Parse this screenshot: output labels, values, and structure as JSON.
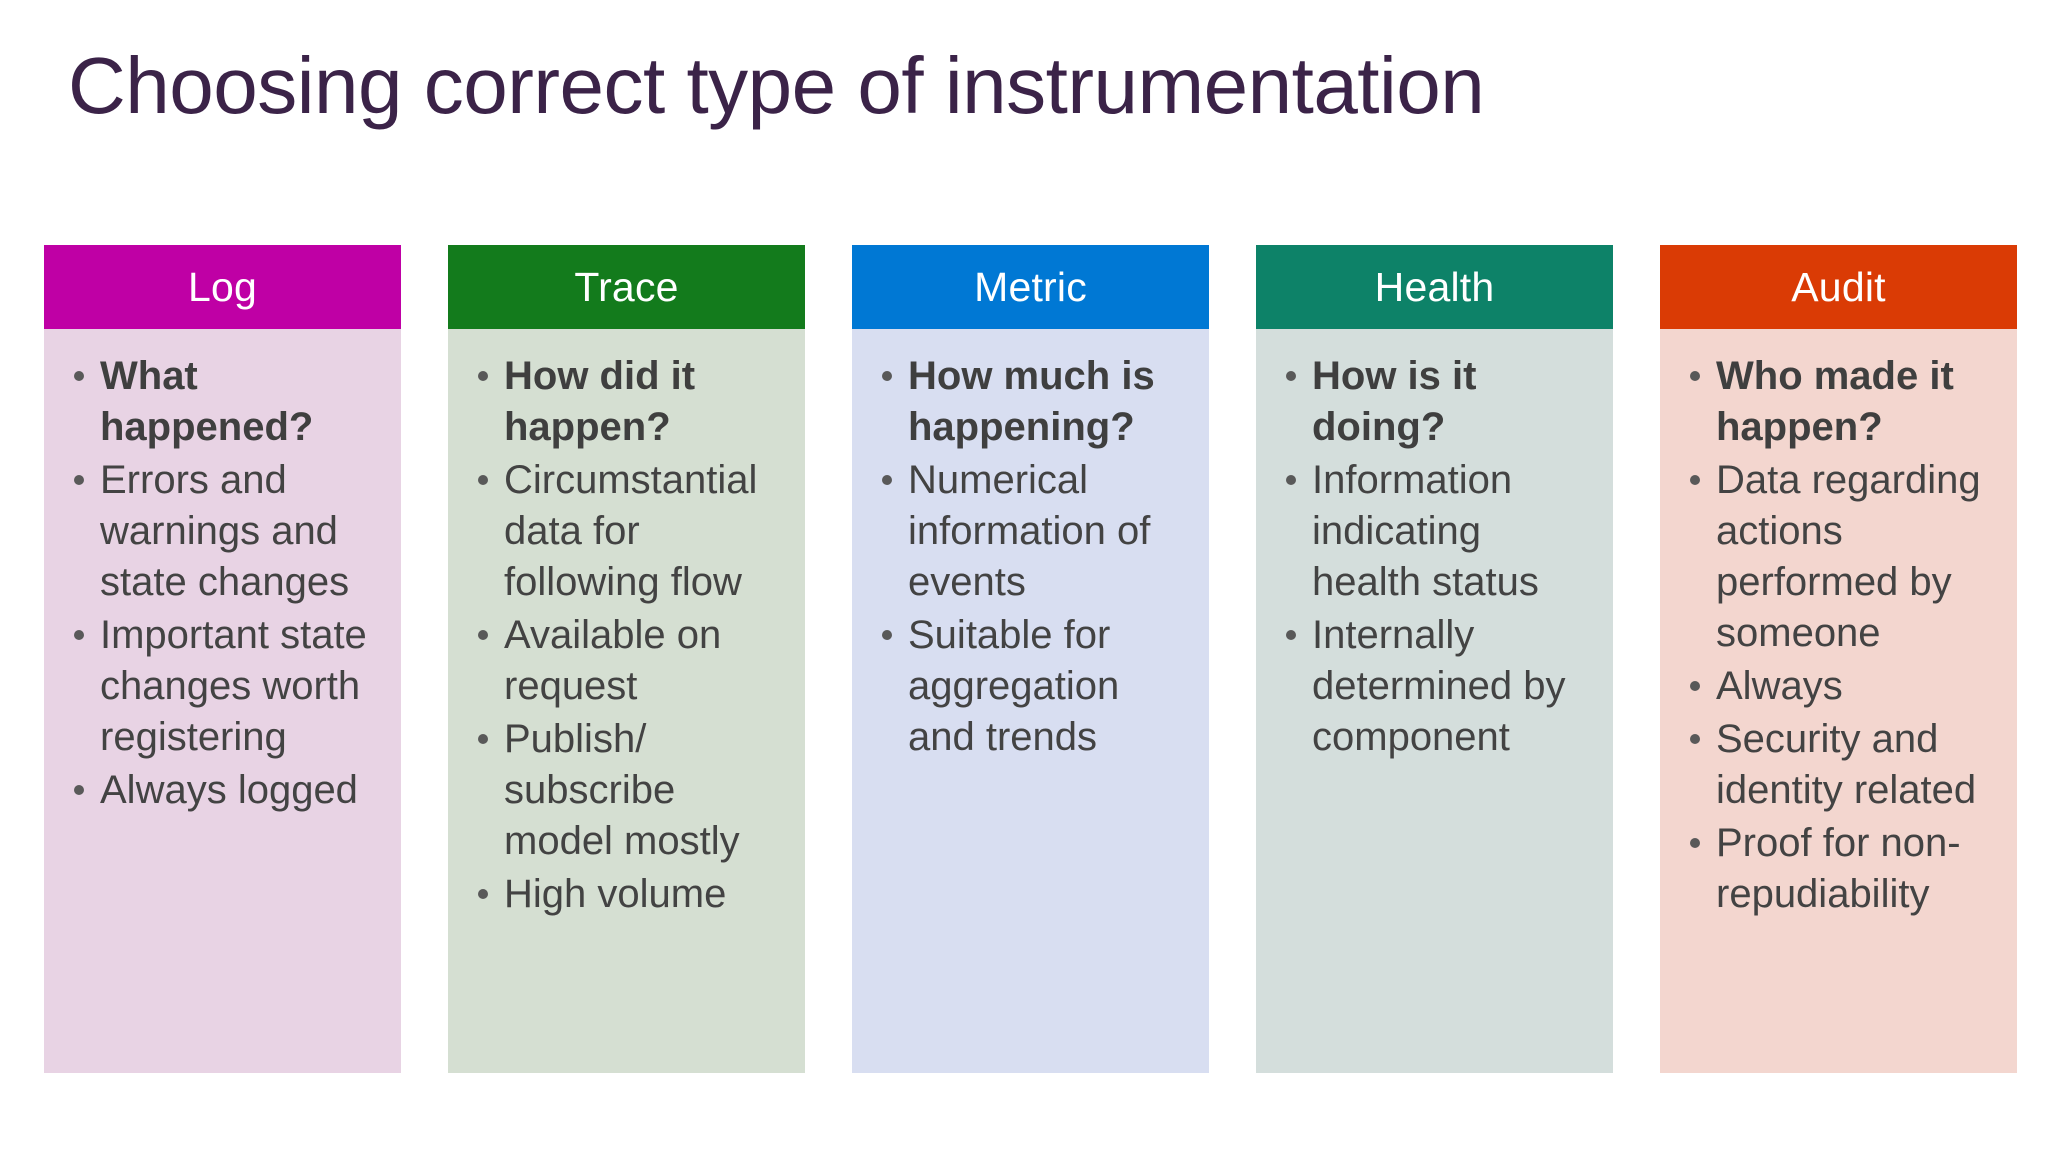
{
  "slide": {
    "title": "Choosing correct type of instrumentation",
    "title_color": "#3B2348",
    "background_color": "#FFFFFF",
    "body_text_color": "#434343"
  },
  "columns": [
    {
      "name": "log",
      "header": "Log",
      "header_color": "#BF00A5",
      "body_color": "#E8D3E4",
      "bullets": [
        {
          "text": "What happened?",
          "emphasis": true
        },
        {
          "text": "Errors and warnings and state changes",
          "emphasis": false
        },
        {
          "text": "Important state changes worth registering",
          "emphasis": false
        },
        {
          "text": "Always logged",
          "emphasis": false
        }
      ]
    },
    {
      "name": "trace",
      "header": "Trace",
      "header_color": "#137B1C",
      "body_color": "#D5DFD2",
      "bullets": [
        {
          "text": "How did it happen?",
          "emphasis": true
        },
        {
          "text": "Circumstantial data for following flow",
          "emphasis": false
        },
        {
          "text": "Available on request",
          "emphasis": false
        },
        {
          "text": "Publish/ subscribe model mostly",
          "emphasis": false
        },
        {
          "text": "High volume",
          "emphasis": false
        }
      ]
    },
    {
      "name": "metric",
      "header": "Metric",
      "header_color": "#0078D4",
      "body_color": "#D8DEF1",
      "bullets": [
        {
          "text": "How much is happening?",
          "emphasis": true
        },
        {
          "text": "Numerical information of events",
          "emphasis": false
        },
        {
          "text": "Suitable for aggregation and trends",
          "emphasis": false
        }
      ]
    },
    {
      "name": "health",
      "header": "Health",
      "header_color": "#0D8268",
      "body_color": "#D4DEDC",
      "bullets": [
        {
          "text": "How is it doing?",
          "emphasis": true
        },
        {
          "text": "Information indicating health status",
          "emphasis": false
        },
        {
          "text": "Internally determined by component",
          "emphasis": false
        }
      ]
    },
    {
      "name": "audit",
      "header": "Audit",
      "header_color": "#DA3B05",
      "body_color": "#F3D6CF",
      "bullets": [
        {
          "text": "Who made it happen?",
          "emphasis": true
        },
        {
          "text": "Data regarding actions performed by someone",
          "emphasis": false
        },
        {
          "text": "Always",
          "emphasis": false
        },
        {
          "text": "Security and identity related",
          "emphasis": false
        },
        {
          "text": "Proof for non-repudiability",
          "emphasis": false
        }
      ]
    }
  ]
}
